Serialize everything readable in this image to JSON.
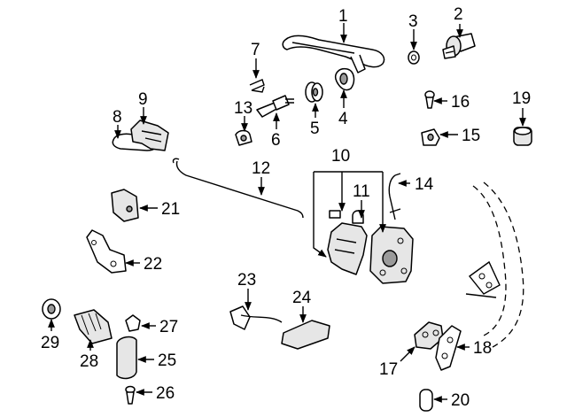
{
  "callouts": [
    {
      "label": "1"
    },
    {
      "label": "2"
    },
    {
      "label": "3"
    },
    {
      "label": "4"
    },
    {
      "label": "5"
    },
    {
      "label": "6"
    },
    {
      "label": "7"
    },
    {
      "label": "8"
    },
    {
      "label": "9"
    },
    {
      "label": "10"
    },
    {
      "label": "11"
    },
    {
      "label": "12"
    },
    {
      "label": "13"
    },
    {
      "label": "14"
    },
    {
      "label": "15"
    },
    {
      "label": "16"
    },
    {
      "label": "17"
    },
    {
      "label": "18"
    },
    {
      "label": "19"
    },
    {
      "label": "20"
    },
    {
      "label": "21"
    },
    {
      "label": "22"
    },
    {
      "label": "23"
    },
    {
      "label": "24"
    },
    {
      "label": "25"
    },
    {
      "label": "26"
    },
    {
      "label": "27"
    },
    {
      "label": "28"
    },
    {
      "label": "29"
    }
  ],
  "colors": {
    "line": "#000000",
    "background": "#ffffff",
    "shade": "#e6e6e6"
  }
}
